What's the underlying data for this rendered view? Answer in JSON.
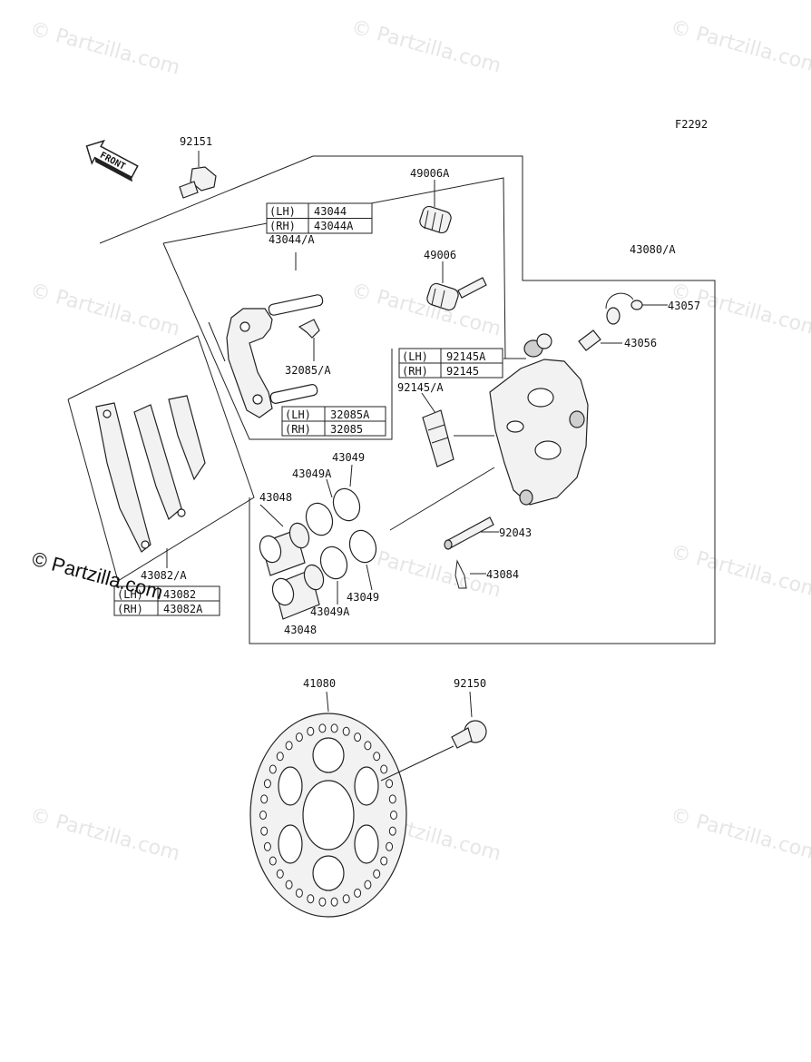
{
  "diagram_code": "F2292",
  "front_label": "FRONT",
  "watermark": "© Partzilla.com",
  "labels": {
    "p92151": "92151",
    "p49006A": "49006A",
    "p43044A": "43044/A",
    "p49006": "49006",
    "p43080A": "43080/A",
    "p43057": "43057",
    "p43056": "43056",
    "p32085A": "32085/A",
    "p92145A": "92145/A",
    "p43049_top": "43049",
    "p43049A_top": "43049A",
    "p43048_top": "43048",
    "p92043": "92043",
    "p43084": "43084",
    "p43082A": "43082/A",
    "p43049_bot": "43049",
    "p43049A_bot": "43049A",
    "p43048_bot": "43048",
    "p41080": "41080",
    "p92150": "92150"
  },
  "tables": {
    "bracket": [
      {
        "side": "(LH)",
        "part": "43044"
      },
      {
        "side": "(RH)",
        "part": "43044A"
      }
    ],
    "pin": [
      {
        "side": "(LH)",
        "part": "32085A"
      },
      {
        "side": "(RH)",
        "part": "32085"
      }
    ],
    "spring": [
      {
        "side": "(LH)",
        "part": "92145A"
      },
      {
        "side": "(RH)",
        "part": "92145"
      }
    ],
    "pads": [
      {
        "side": "(LH)",
        "part": "43082"
      },
      {
        "side": "(RH)",
        "part": "43082A"
      }
    ]
  }
}
